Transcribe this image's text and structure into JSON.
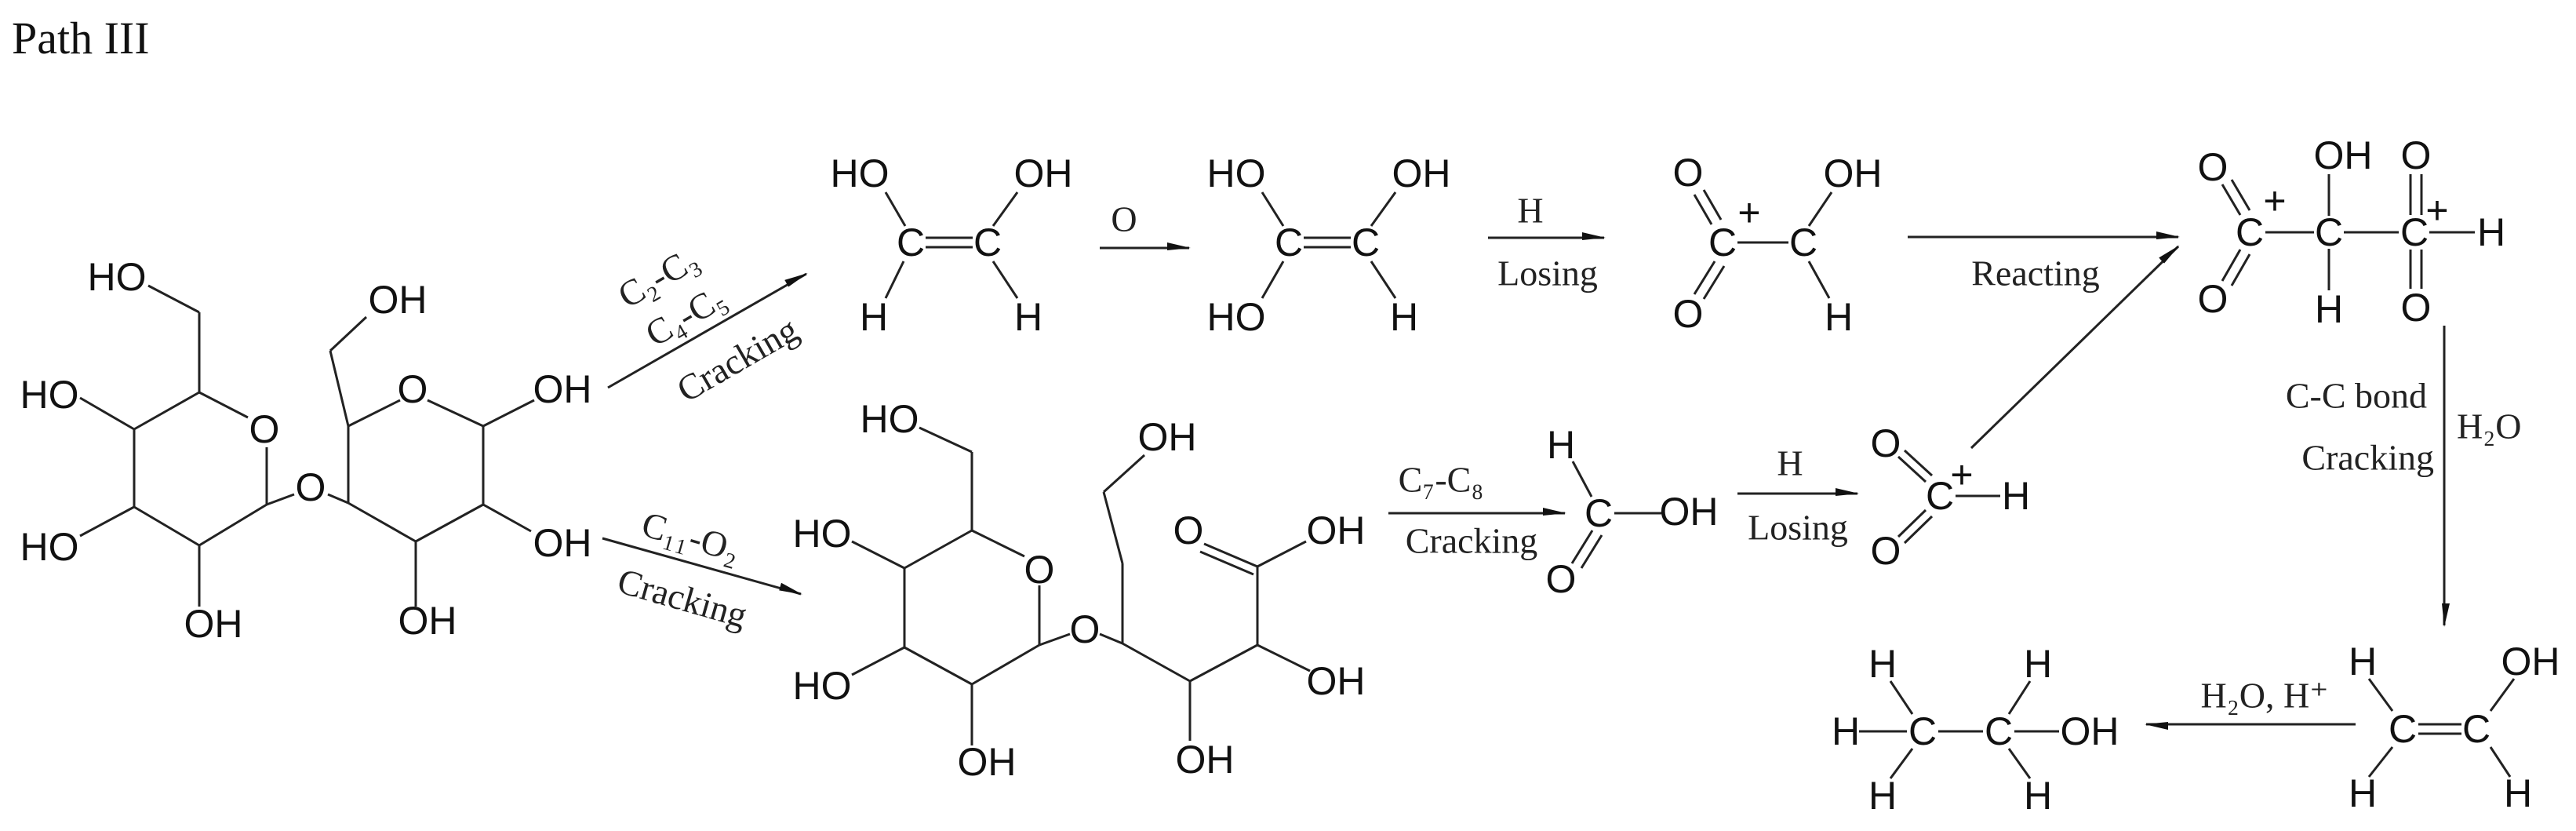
{
  "title": "Path III",
  "colors": {
    "ink": "#111111",
    "background": "#ffffff"
  },
  "molecules": {
    "lactose": {
      "atoms": [
        "HO",
        "HO",
        "HO",
        "OH",
        "O",
        "O",
        "O",
        "OH",
        "OH",
        "OH",
        "OH"
      ]
    },
    "enediol": {
      "atoms": [
        "HO",
        "OH",
        "C",
        "C",
        "H",
        "H"
      ]
    },
    "dihydroxy_enediol": {
      "atoms": [
        "HO",
        "OH",
        "C",
        "C",
        "HO",
        "H"
      ]
    },
    "glyoxylic_cation": {
      "atoms": [
        "O",
        "C",
        "+",
        "C",
        "OH",
        "O",
        "H"
      ]
    },
    "product_dication": {
      "atoms": [
        "O",
        "C",
        "+",
        "C",
        "OH",
        "H",
        "C",
        "+",
        "H",
        "O",
        "O",
        "O"
      ]
    },
    "cracked_sugar_acid": {
      "atoms": [
        "HO",
        "HO",
        "HO",
        "OH",
        "O",
        "O",
        "OH",
        "OH",
        "OH",
        "O",
        "OH"
      ]
    },
    "formic_acid": {
      "atoms": [
        "H",
        "C",
        "OH",
        "O"
      ]
    },
    "formyl_cation": {
      "atoms": [
        "O",
        "C",
        "+",
        "H",
        "O"
      ]
    },
    "vinyl_alcohol": {
      "atoms": [
        "H",
        "OH",
        "C",
        "C",
        "H",
        "H"
      ]
    },
    "ethanol": {
      "atoms": [
        "H",
        "H",
        "H",
        "C",
        "C",
        "OH",
        "H",
        "H"
      ]
    }
  },
  "arrows": {
    "cracking_up": {
      "labels": [
        "C₂-C₃",
        "C₄-C₅",
        "Cracking"
      ]
    },
    "cracking_down": {
      "labels": [
        "C₁₁-O₂",
        "Cracking"
      ]
    },
    "oxidation": {
      "labels": [
        "O"
      ]
    },
    "h_losing_top": {
      "labels": [
        "H",
        "Losing"
      ]
    },
    "reacting": {
      "labels": [
        "Reacting"
      ]
    },
    "merge": {
      "labels": []
    },
    "c7_c8": {
      "labels": [
        "C₇-C₈",
        "Cracking"
      ]
    },
    "h_losing_bottom": {
      "labels": [
        "H",
        "Losing"
      ]
    },
    "cc_bond_cracking": {
      "labels": [
        "C-C bond",
        "Cracking",
        "H₂O"
      ]
    },
    "hydration": {
      "labels": [
        "H₂O, H⁺"
      ]
    }
  }
}
